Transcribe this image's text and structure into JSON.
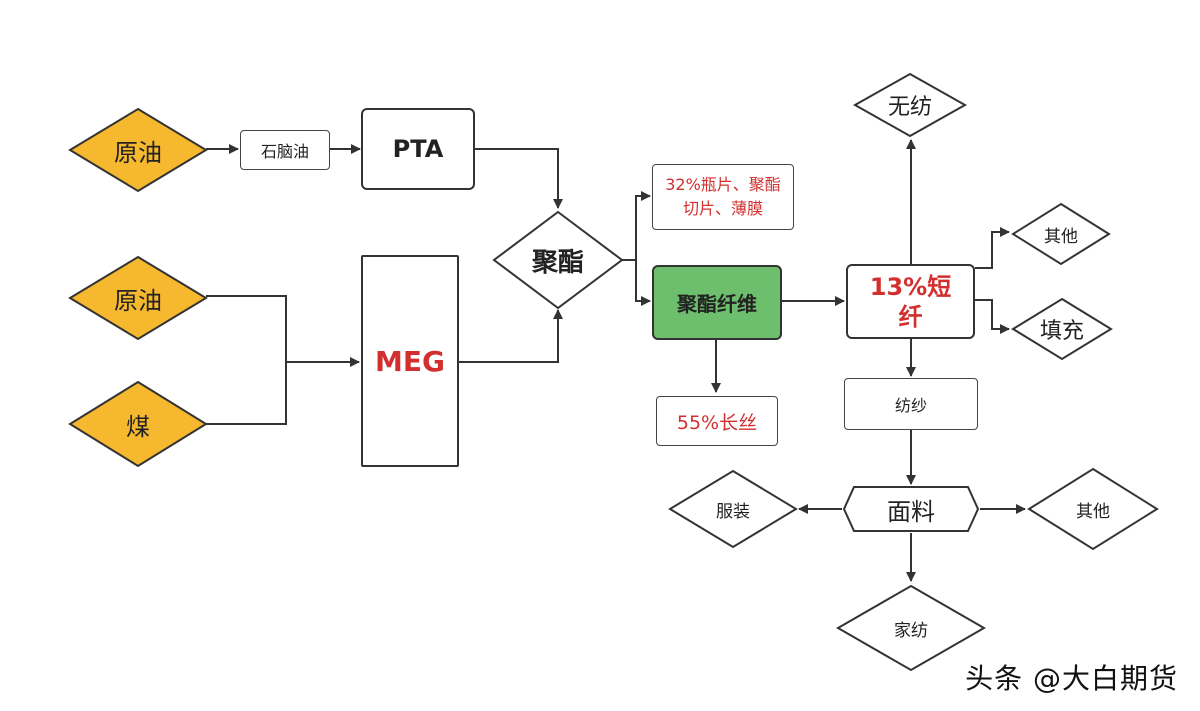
{
  "nodes": {
    "crude_oil_1": "原油",
    "naphtha": "石脑油",
    "pta": "PTA",
    "crude_oil_2": "原油",
    "coal": "煤",
    "meg": "MEG",
    "polyester": "聚酯",
    "bottle_chips": "32%瓶片、聚酯切片、薄膜",
    "polyester_fiber": "聚酯纤维",
    "filament": "55%长丝",
    "staple_fiber": "13%短纤",
    "nonwoven": "无纺",
    "other_top": "其他",
    "filling": "填充",
    "spinning": "纺纱",
    "fabric": "面料",
    "clothing": "服装",
    "other_right": "其他",
    "home_textile": "家纺"
  },
  "colors": {
    "raw_material_fill": "#F5B82E",
    "fiber_fill": "#6DBF6D",
    "accent_red": "#D32F2F",
    "line": "#333333"
  },
  "watermark": "头条 @大白期货"
}
